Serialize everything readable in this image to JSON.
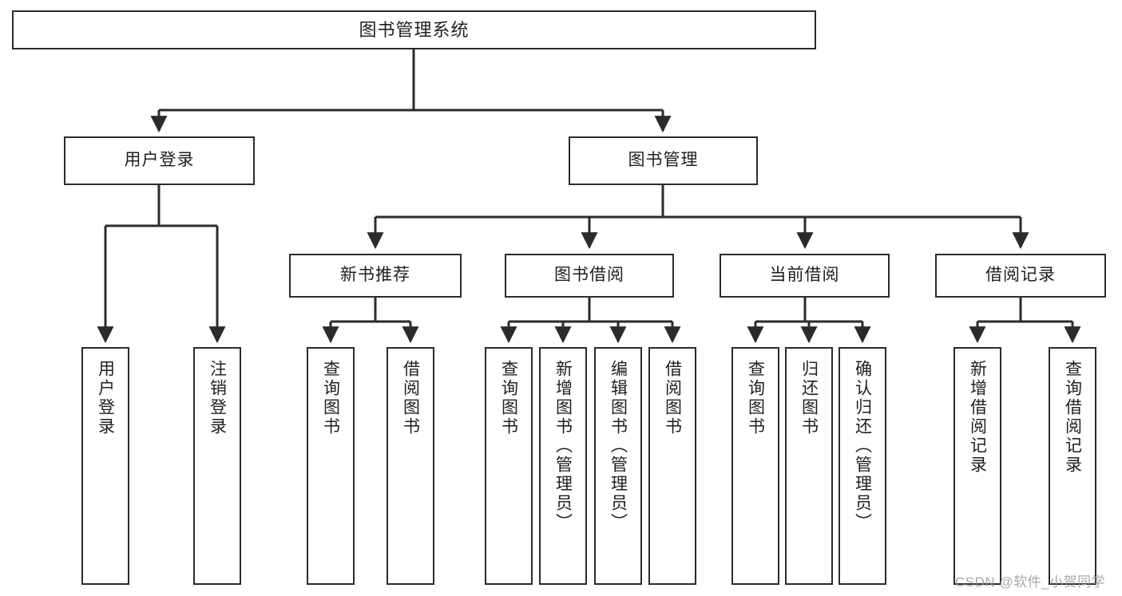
{
  "diagram": {
    "type": "tree",
    "title": "图书管理系统",
    "root": {
      "label": "图书管理系统"
    },
    "level1": [
      {
        "label": "用户登录"
      },
      {
        "label": "图书管理"
      }
    ],
    "level2": [
      {
        "label": "新书推荐"
      },
      {
        "label": "图书借阅"
      },
      {
        "label": "当前借阅"
      },
      {
        "label": "借阅记录"
      }
    ],
    "leaves": {
      "user_login": [
        {
          "label": "用户登录"
        },
        {
          "label": "注销登录"
        }
      ],
      "new_book_recommend": [
        {
          "label": "查询图书"
        },
        {
          "label": "借阅图书"
        }
      ],
      "book_borrow": [
        {
          "label": "查询图书"
        },
        {
          "label": "新增图书（管理员）"
        },
        {
          "label": "编辑图书（管理员）"
        },
        {
          "label": "借阅图书"
        }
      ],
      "current_borrow": [
        {
          "label": "查询图书"
        },
        {
          "label": "归还图书"
        },
        {
          "label": "确认归还（管理员）"
        }
      ],
      "borrow_record": [
        {
          "label": "新增借阅记录"
        },
        {
          "label": "查询借阅记录"
        }
      ]
    }
  },
  "watermark": {
    "text": "CSDN @软件_小贺同学"
  },
  "colors": {
    "stroke": "#2b2b2b",
    "fill": "#ffffff",
    "text": "#1f1f1f",
    "watermark": "#9a9a9a"
  }
}
